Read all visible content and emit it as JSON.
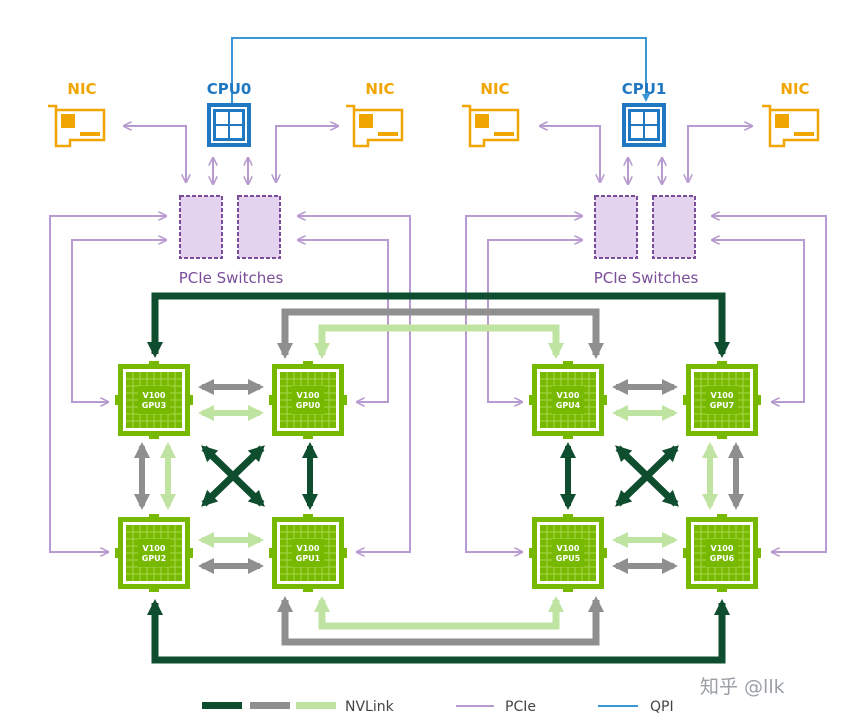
{
  "cpus": [
    {
      "label": "CPU0"
    },
    {
      "label": "CPU1"
    }
  ],
  "nics": [
    {
      "label": "NIC"
    },
    {
      "label": "NIC"
    },
    {
      "label": "NIC"
    },
    {
      "label": "NIC"
    }
  ],
  "switch_groups": [
    {
      "label": "PCIe Switches"
    },
    {
      "label": "PCIe Switches"
    }
  ],
  "gpus": [
    {
      "model": "V100",
      "name": "GPU3"
    },
    {
      "model": "V100",
      "name": "GPU0"
    },
    {
      "model": "V100",
      "name": "GPU2"
    },
    {
      "model": "V100",
      "name": "GPU1"
    },
    {
      "model": "V100",
      "name": "GPU4"
    },
    {
      "model": "V100",
      "name": "GPU7"
    },
    {
      "model": "V100",
      "name": "GPU5"
    },
    {
      "model": "V100",
      "name": "GPU6"
    }
  ],
  "legend": {
    "nvlink": "NVLink",
    "pcie": "PCIe",
    "qpi": "QPI"
  },
  "watermark": "知乎 @llk",
  "colors": {
    "nvlink_dark": "#0e4d2e",
    "nvlink_gray": "#8f8f8f",
    "nvlink_light": "#bfe3a0",
    "pcie": "#b79ad0",
    "qpi": "#3a96d4",
    "cpu": "#1f78c1",
    "nic": "#f0a500",
    "gpu": "#76b900",
    "switch_fill": "#e3d3ee",
    "switch_stroke": "#7a4d99"
  }
}
